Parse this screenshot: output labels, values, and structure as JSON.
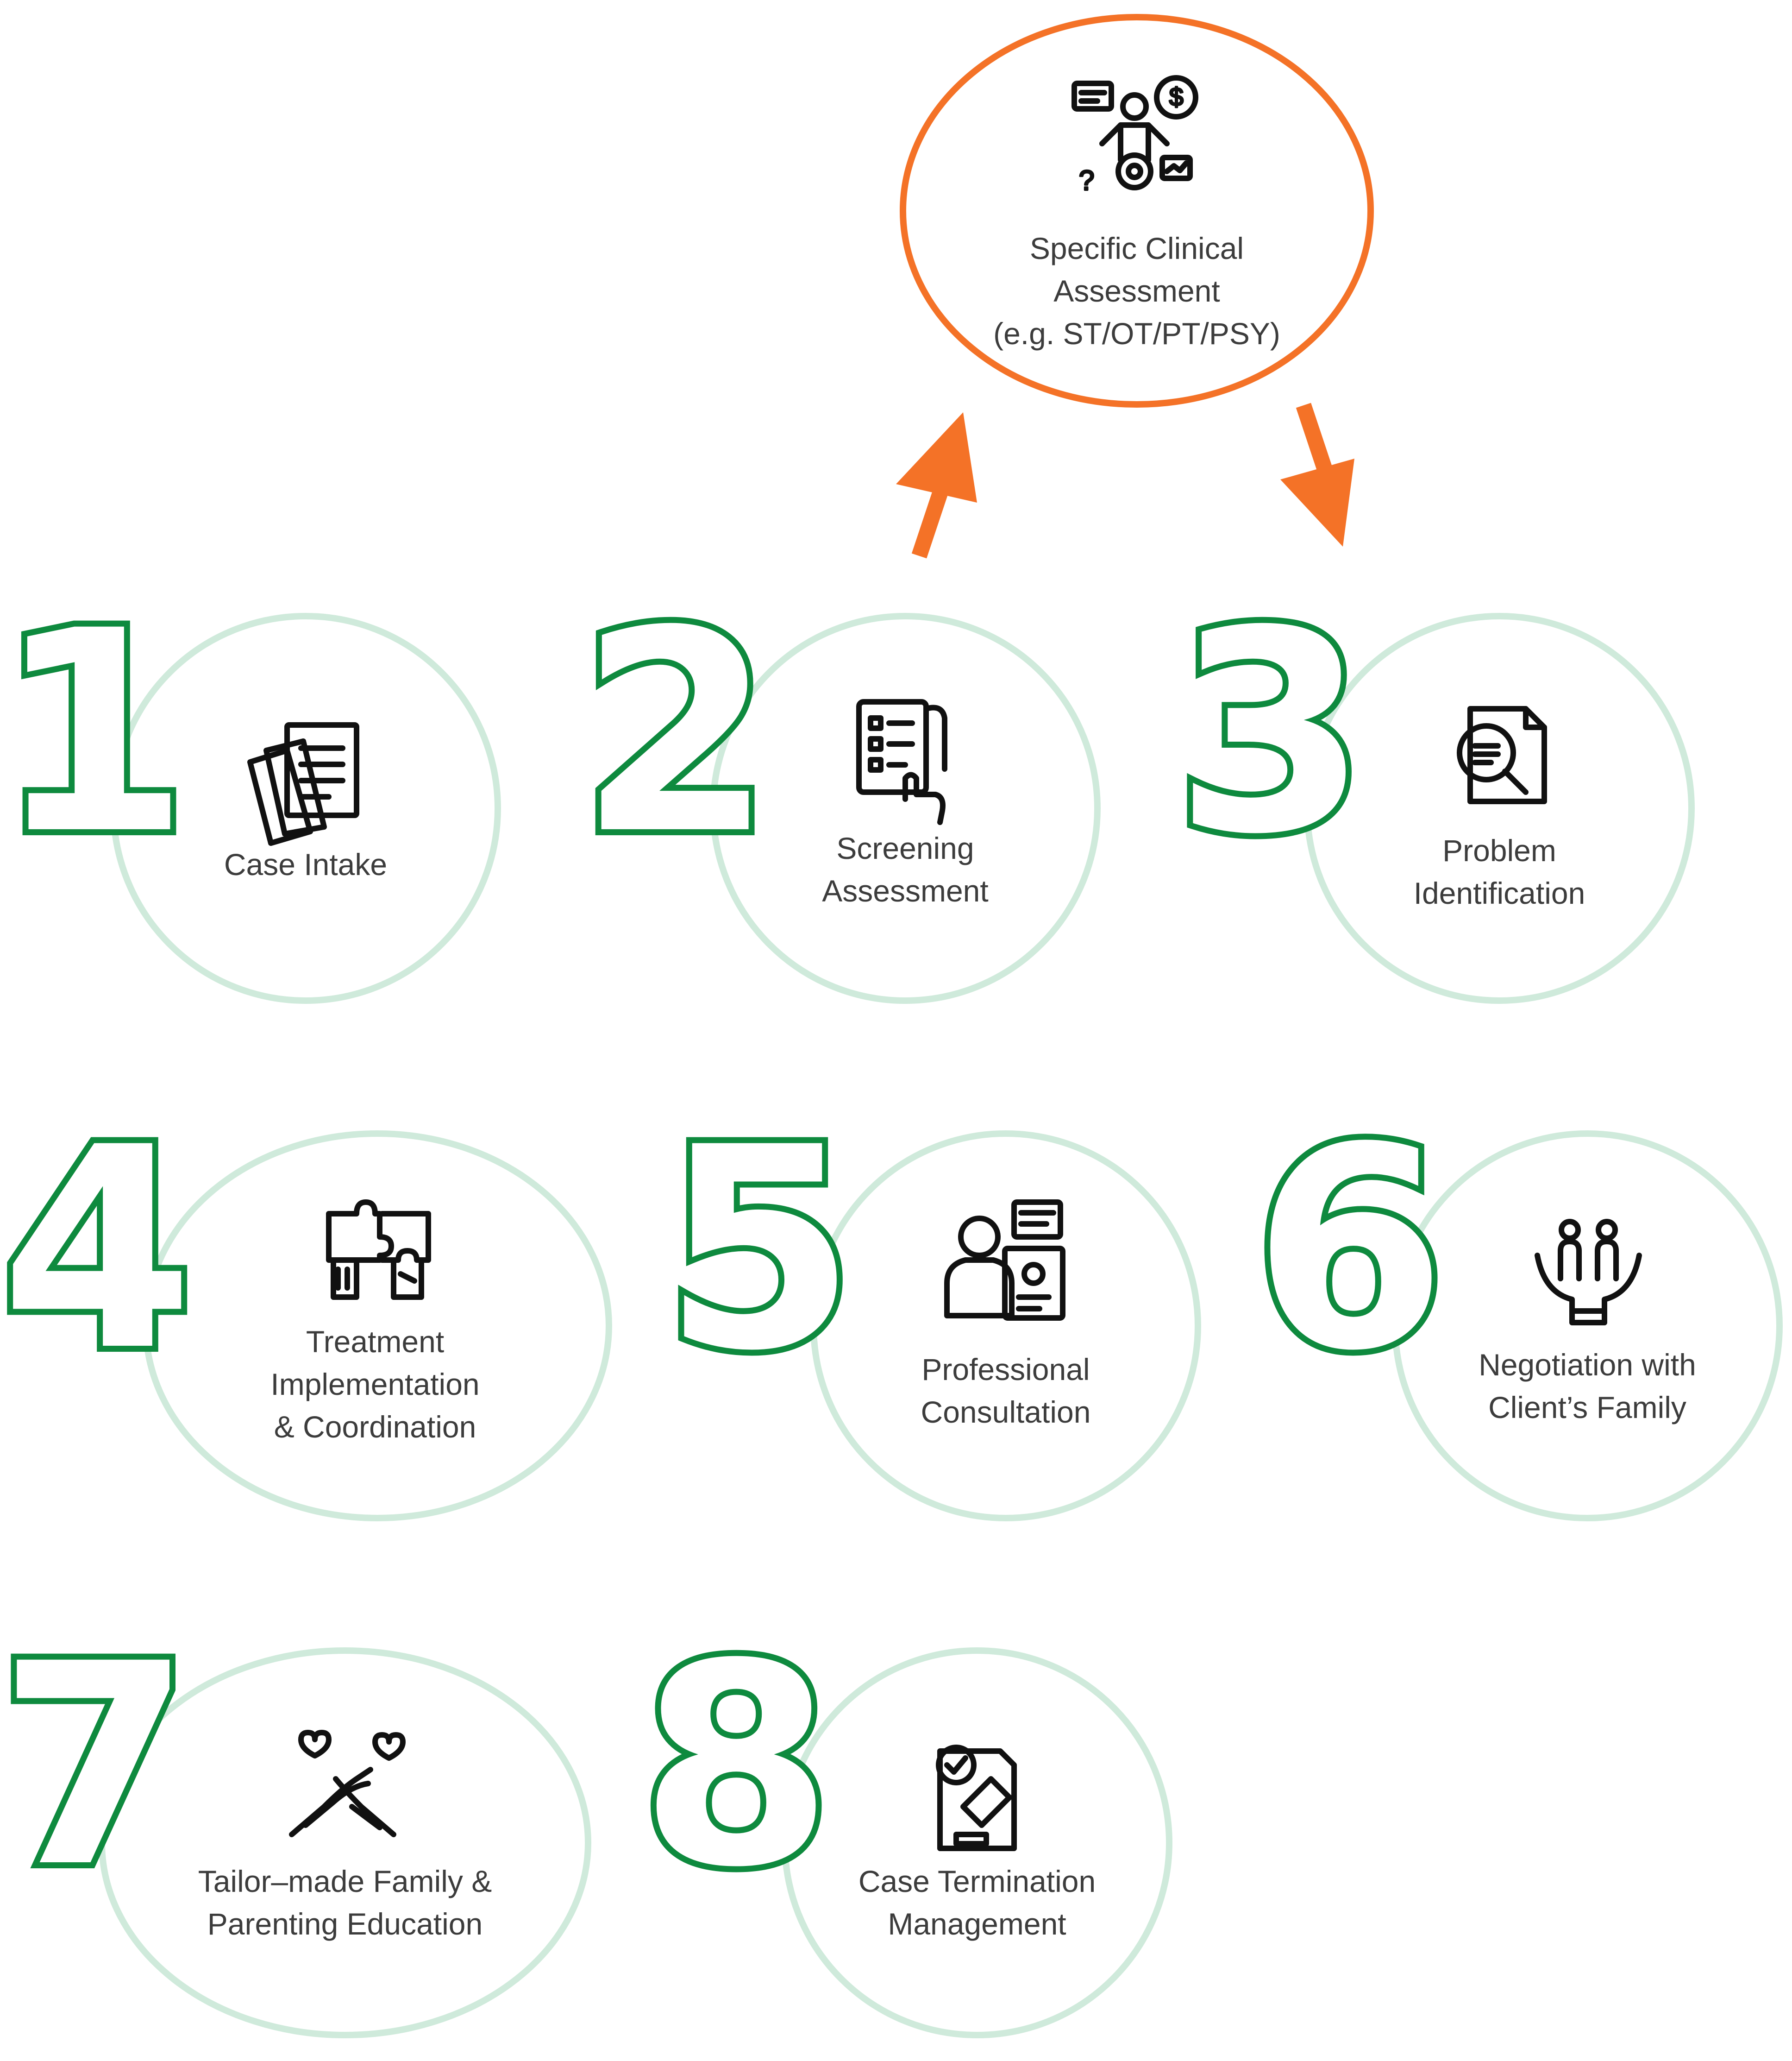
{
  "extra_step": {
    "label": "Specific Clinical\nAssessment\n(e.g. ST/OT/PT/PSY)",
    "icon": "consultant-with-ideas-icon",
    "color": "#f47227"
  },
  "steps": [
    {
      "number": "1",
      "label": "Case Intake",
      "icon": "documents-icon"
    },
    {
      "number": "2",
      "label": "Screening\nAssessment",
      "icon": "checklist-touch-icon"
    },
    {
      "number": "3",
      "label": "Problem\nIdentification",
      "icon": "document-search-icon"
    },
    {
      "number": "4",
      "label": "Treatment\nImplementation\n& Coordination",
      "icon": "puzzle-hands-icon"
    },
    {
      "number": "5",
      "label": "Professional\nConsultation",
      "icon": "consultant-id-card-icon"
    },
    {
      "number": "6",
      "label": "Negotiation with\nClient’s Family",
      "icon": "family-care-hands-icon"
    },
    {
      "number": "7",
      "label": "Tailor–made Family &\nParenting Education",
      "icon": "hands-hearts-icon"
    },
    {
      "number": "8",
      "label": "Case Termination\nManagement",
      "icon": "document-stamp-icon"
    }
  ],
  "colors": {
    "step_circle": "#cfeadb",
    "number_outline": "#0e8a3e",
    "arrow": "#f47227",
    "text": "#3c3c3c"
  }
}
